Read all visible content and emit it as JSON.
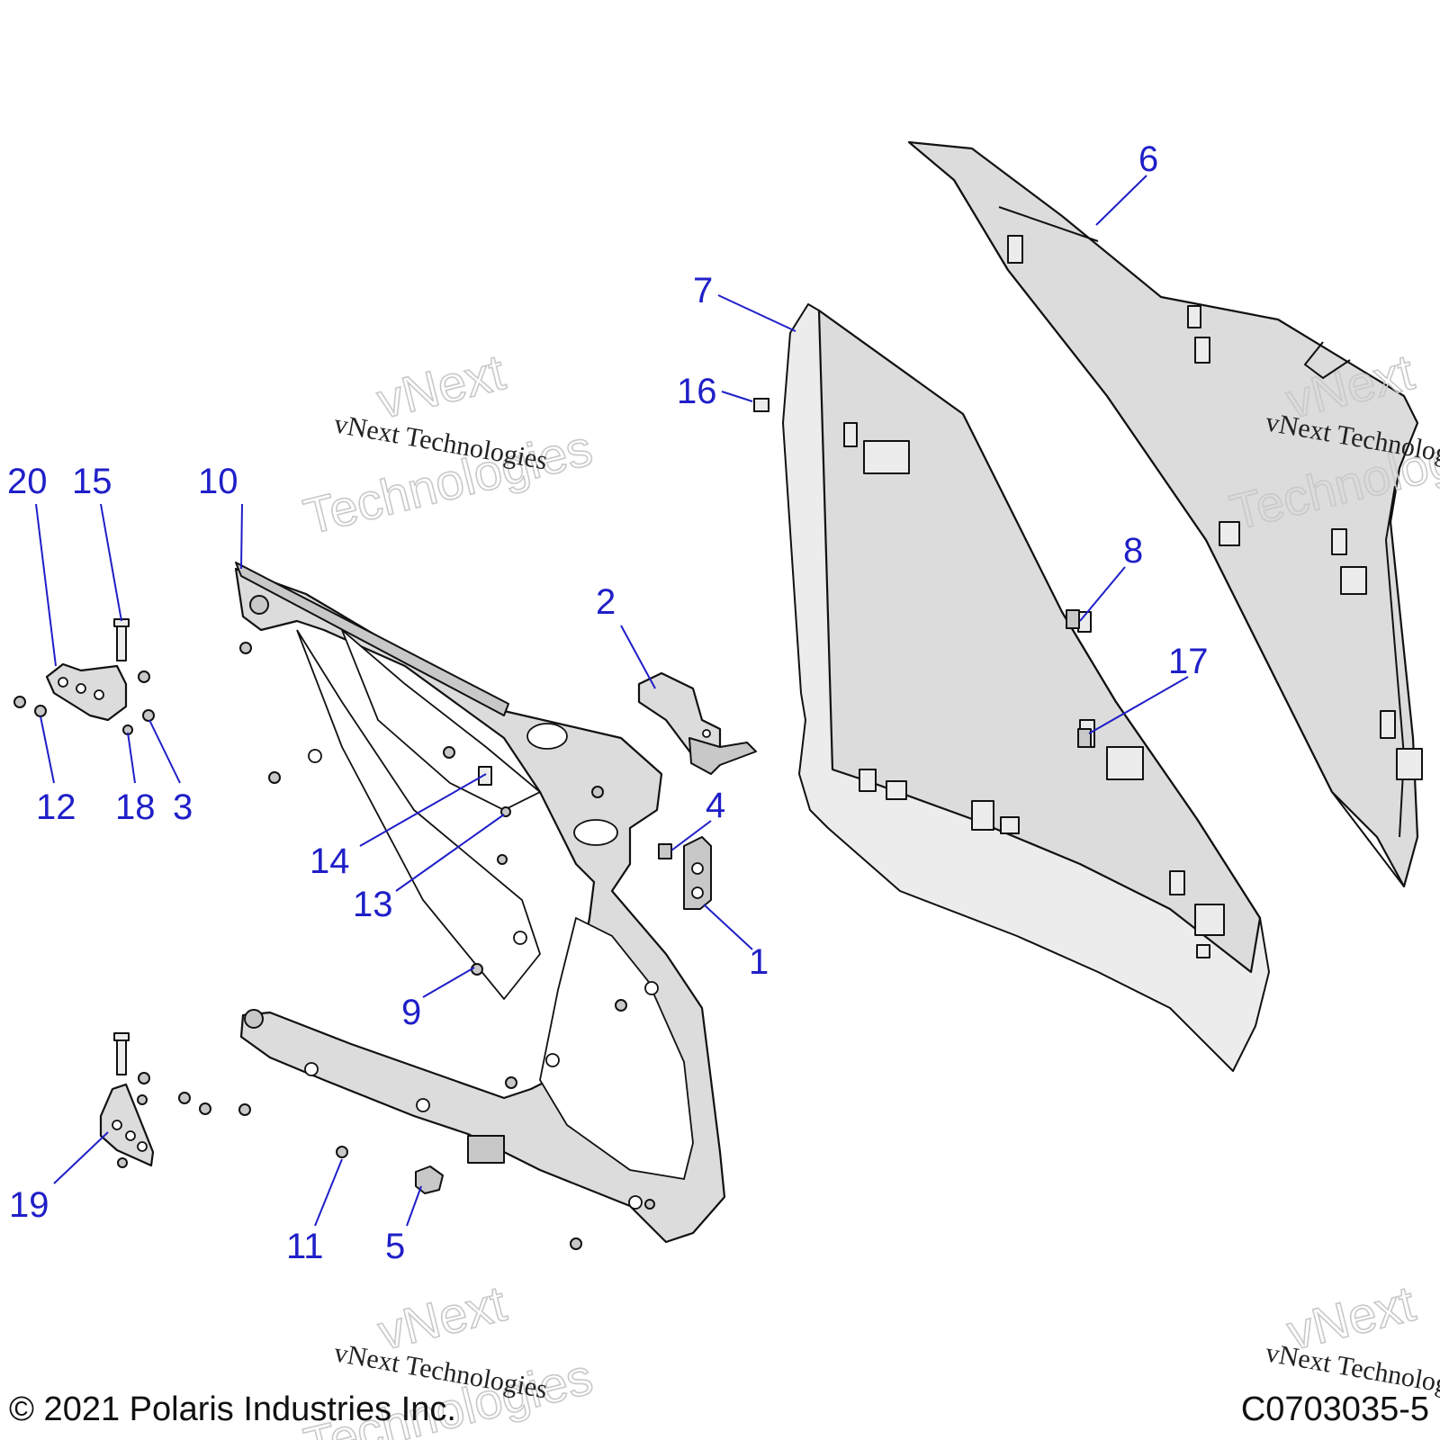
{
  "watermark": {
    "brand": "vNext",
    "brand2": "Technologies",
    "line": "vNext Technologies"
  },
  "footer": {
    "copyright": "© 2021 Polaris Industries Inc.",
    "drawing_number": "C0703035-5"
  },
  "callouts": {
    "c1": "1",
    "c2": "2",
    "c3": "3",
    "c4": "4",
    "c5": "5",
    "c6": "6",
    "c7": "7",
    "c8": "8",
    "c9": "9",
    "c10": "10",
    "c11": "11",
    "c12": "12",
    "c13": "13",
    "c14": "14",
    "c15": "15",
    "c16": "16",
    "c17": "17",
    "c18": "18",
    "c19": "19",
    "c20": "20"
  }
}
